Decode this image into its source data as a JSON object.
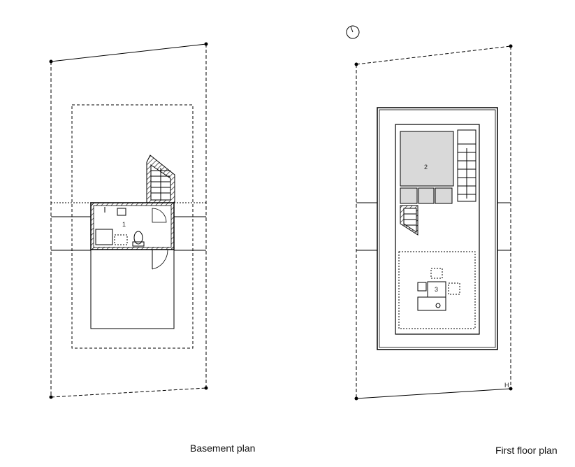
{
  "captions": {
    "basement": "Basement plan",
    "first_floor": "First floor plan"
  },
  "rooms": {
    "basement_room": "1",
    "first_room_a": "2",
    "first_room_b": "3"
  },
  "marks": {
    "corner_mark": "H"
  },
  "icons": {
    "north": "north-arrow-icon"
  },
  "colors": {
    "line": "#000000",
    "fill_gray": "#d9d9d9"
  }
}
